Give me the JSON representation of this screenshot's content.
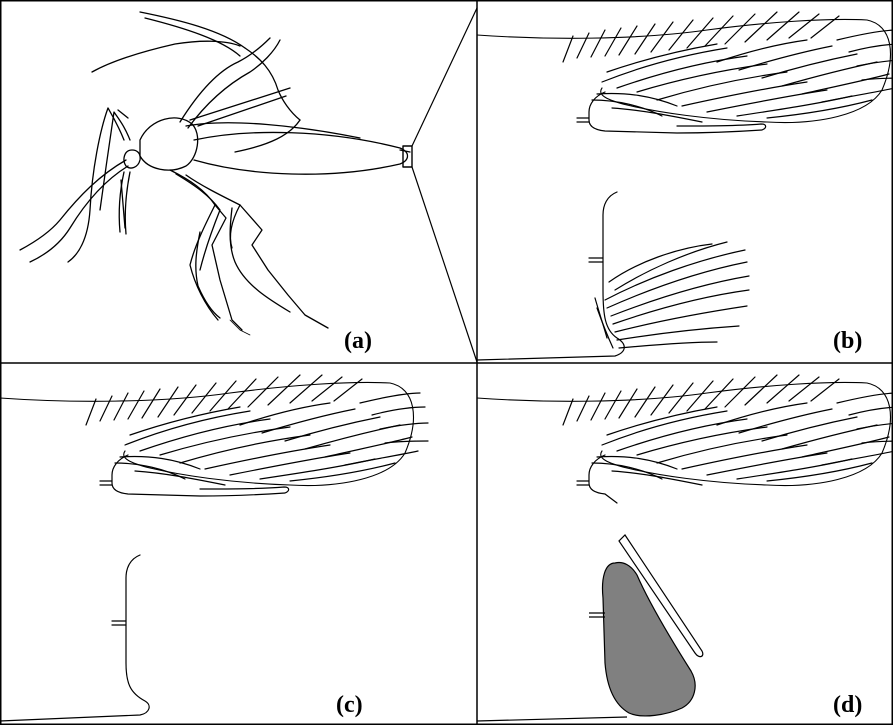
{
  "figure": {
    "panels": [
      {
        "id": "a",
        "label": "(a)"
      },
      {
        "id": "b",
        "label": "(b)"
      },
      {
        "id": "c",
        "label": "(c)"
      },
      {
        "id": "d",
        "label": "(d)"
      }
    ]
  },
  "colors": {
    "line": "#000000",
    "background": "#ffffff",
    "scale_fill": "#808080"
  }
}
